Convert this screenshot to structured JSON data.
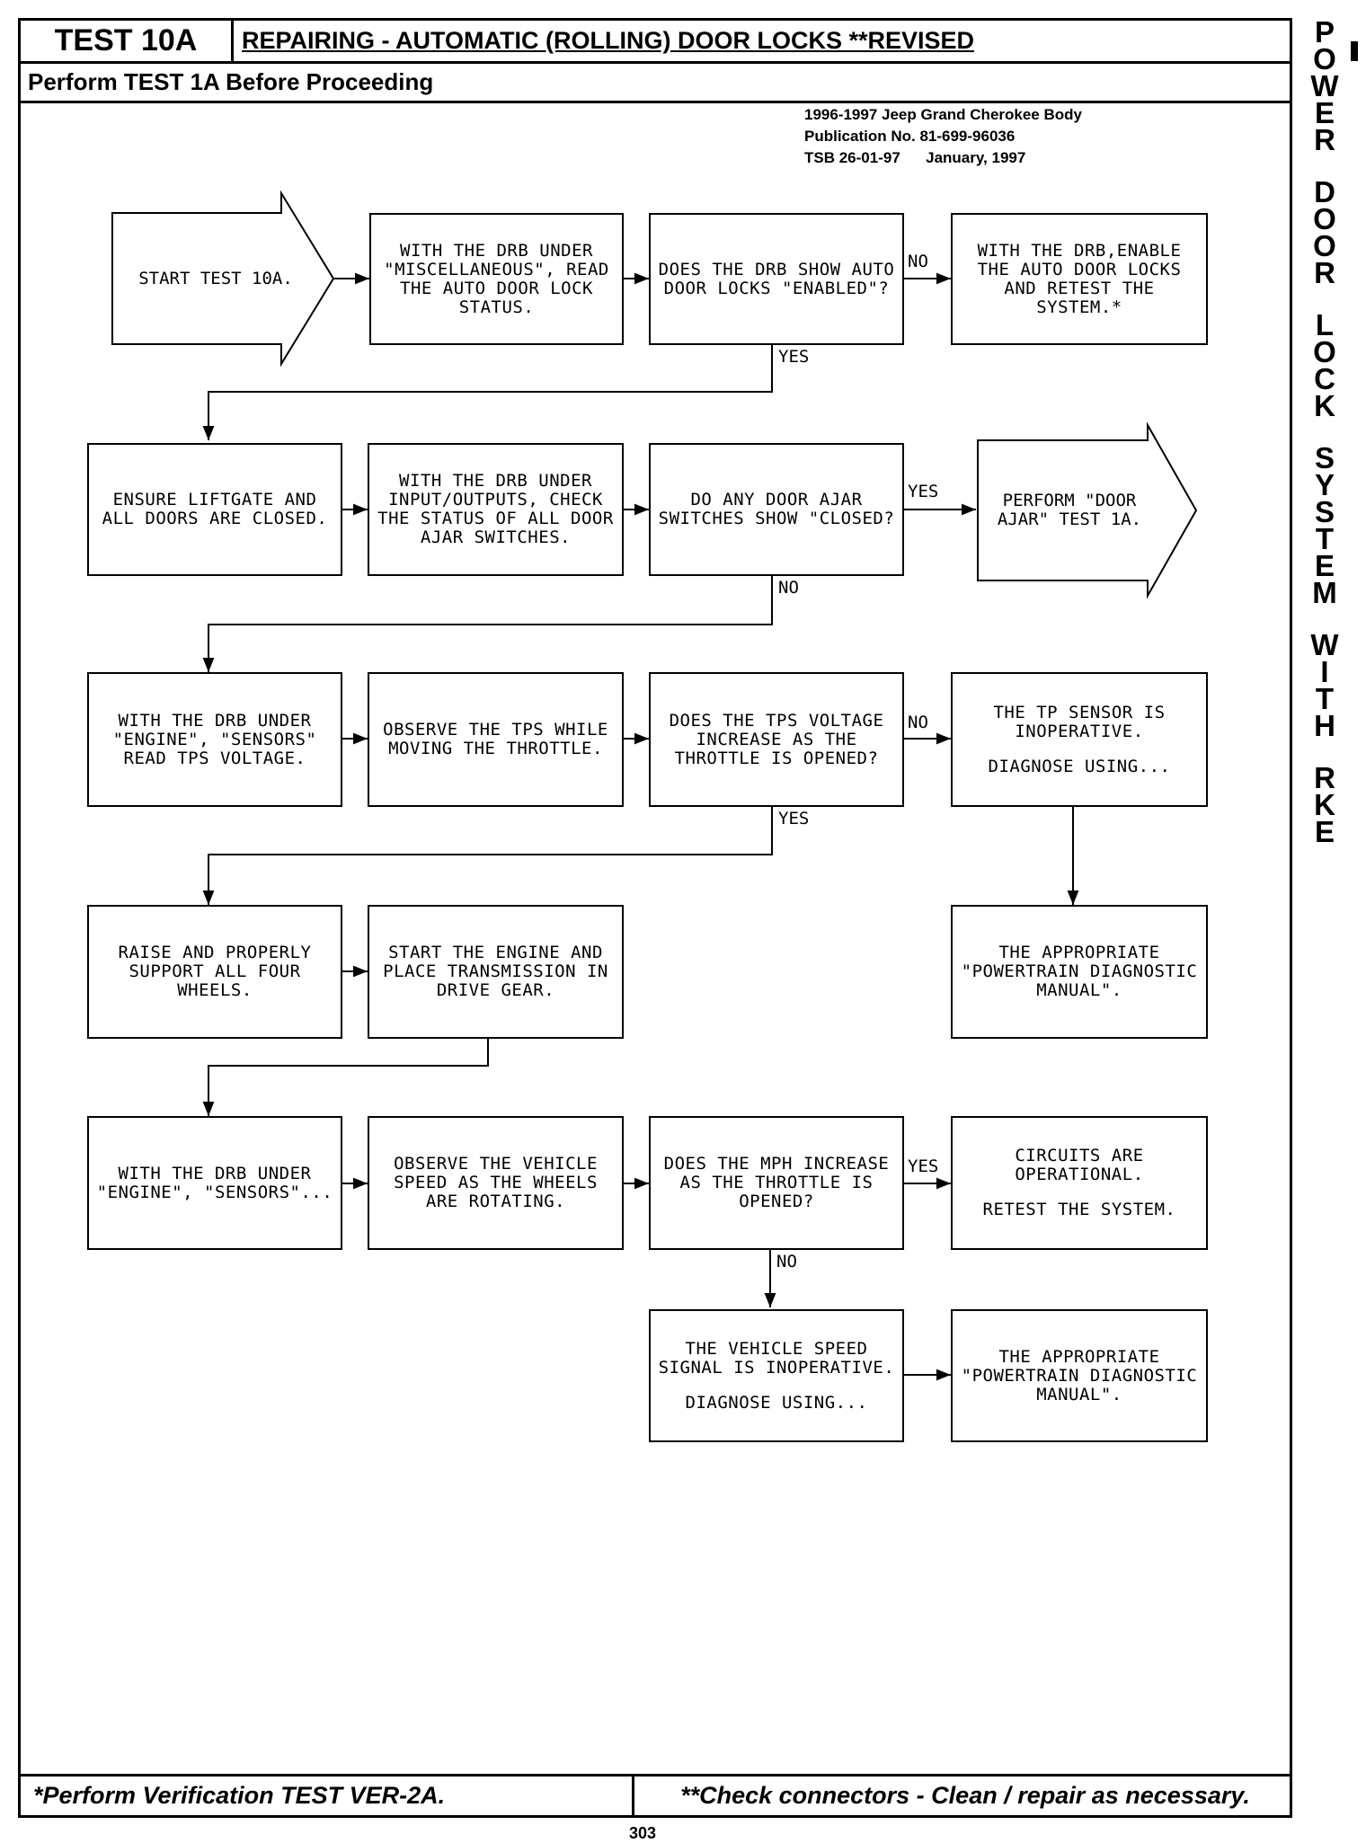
{
  "header": {
    "test_id": "TEST 10A",
    "title": "REPAIRING - AUTOMATIC (ROLLING) DOOR LOCKS **REVISED",
    "subtitle": "Perform TEST 1A Before Proceeding"
  },
  "publication": {
    "line1": "1996-1997 Jeep Grand Cherokee Body",
    "line2": "Publication No. 81-699-96036",
    "line3": "TSB 26-01-97      January, 1997"
  },
  "side_title": [
    "P",
    "O",
    "W",
    "E",
    "R",
    "",
    "D",
    "O",
    "O",
    "R",
    "",
    "L",
    "O",
    "C",
    "K",
    "",
    "S",
    "Y",
    "S",
    "T",
    "E",
    "M",
    "",
    "W",
    "I",
    "T",
    "H",
    "",
    "R",
    "K",
    "E"
  ],
  "flowchart": {
    "start": "START TEST 10A.",
    "r1_read": "WITH THE DRB UNDER \"MISCELLANEOUS\", READ THE AUTO DOOR LOCK STATUS.",
    "r1_q": "DOES THE DRB SHOW AUTO DOOR LOCKS \"ENABLED\"?",
    "r1_no": "WITH THE DRB,ENABLE THE AUTO DOOR LOCKS AND RETEST THE SYSTEM.*",
    "r2_ensure": "ENSURE LIFTGATE AND ALL DOORS ARE CLOSED.",
    "r2_check": "WITH THE DRB UNDER INPUT/OUTPUTS, CHECK THE STATUS OF ALL DOOR AJAR SWITCHES.",
    "r2_q": "DO ANY DOOR AJAR SWITCHES SHOW \"CLOSED?",
    "r2_yes": "PERFORM \"DOOR AJAR\" TEST 1A.",
    "r3_read": "WITH THE DRB UNDER \"ENGINE\", \"SENSORS\" READ TPS VOLTAGE.",
    "r3_observe": "OBSERVE THE TPS WHILE MOVING THE THROTTLE.",
    "r3_q": "DOES THE TPS VOLTAGE INCREASE AS THE THROTTLE IS OPENED?",
    "r3_no_a": "THE TP SENSOR IS INOPERATIVE.",
    "r3_no_b": "DIAGNOSE USING...",
    "r3_manual": "THE APPROPRIATE \"POWERTRAIN DIAGNOSTIC MANUAL\".",
    "r4_raise": "RAISE AND PROPERLY SUPPORT ALL FOUR WHEELS.",
    "r4_start": "START THE ENGINE AND PLACE TRANSMISSION IN DRIVE GEAR.",
    "r5_drb": "WITH THE DRB UNDER \"ENGINE\", \"SENSORS\"...",
    "r5_observe": "OBSERVE THE VEHICLE SPEED AS THE WHEELS ARE ROTATING.",
    "r5_q": "DOES THE MPH INCREASE AS THE THROTTLE IS OPENED?",
    "r5_yes_a": "CIRCUITS ARE OPERATIONAL.",
    "r5_yes_b": "RETEST THE SYSTEM.",
    "r6_vss_a": "THE VEHICLE SPEED SIGNAL IS INOPERATIVE.",
    "r6_vss_b": "DIAGNOSE USING...",
    "r6_manual": "THE APPROPRIATE \"POWERTRAIN DIAGNOSTIC MANUAL\"."
  },
  "labels": {
    "yes": "YES",
    "no": "NO"
  },
  "footer": {
    "left": "*Perform Verification TEST VER-2A.",
    "right": "**Check connectors - Clean / repair as necessary."
  },
  "page_number": "303"
}
